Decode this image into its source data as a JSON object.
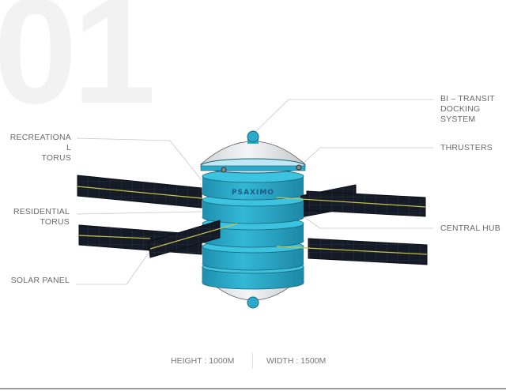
{
  "slide_number": "01",
  "brand_label": "PSAXIMO",
  "labels": {
    "recreational_torus": [
      "RECREATIONA",
      "L",
      "TORUS"
    ],
    "residential_torus": [
      "RESIDENTIAL",
      "TORUS"
    ],
    "solar_panel": "SOLAR PANEL",
    "docking": [
      "BI – TRANSIT",
      "DOCKING",
      "SYSTEM"
    ],
    "thrusters": "THRUSTERS",
    "central_hub": "CENTRAL HUB"
  },
  "dimensions": {
    "height": "HEIGHT : 1000M",
    "width": "WIDTH : 1500M"
  },
  "colors": {
    "hub": "#2aa9c9",
    "panel": "#151c28",
    "dome": "#e6e8ea",
    "accent_line": "#c9c24a"
  }
}
